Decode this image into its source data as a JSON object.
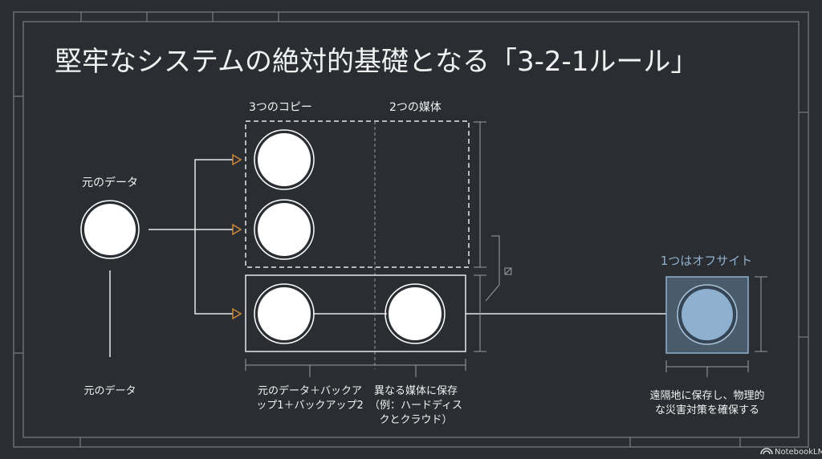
{
  "title": "堅牢なシステムの絶対的基礎となる「3-2-1ルール」",
  "labels": {
    "copies": "3つのコピー",
    "media": "2つの媒体",
    "original_top": "元のデータ",
    "offsite": "1つはオフサイト",
    "original_bottom": "元のデータ",
    "copies_caption": [
      "元のデータ＋バックア",
      "ップ1＋バックアップ2"
    ],
    "media_caption": [
      "異なる媒体に保存",
      "（例：ハードディス",
      "クとクラウド）"
    ],
    "offsite_caption": [
      "遠隔地に保存し、物理的",
      "な災害対策を確保する"
    ]
  },
  "watermark": "NotebookLM",
  "colors": {
    "background": "#2a2d31",
    "line": "#e8e8e8",
    "arrow": "#c98a3e",
    "offsite_fill": "#4a5b6b",
    "offsite_accent": "#8fb1cf"
  }
}
